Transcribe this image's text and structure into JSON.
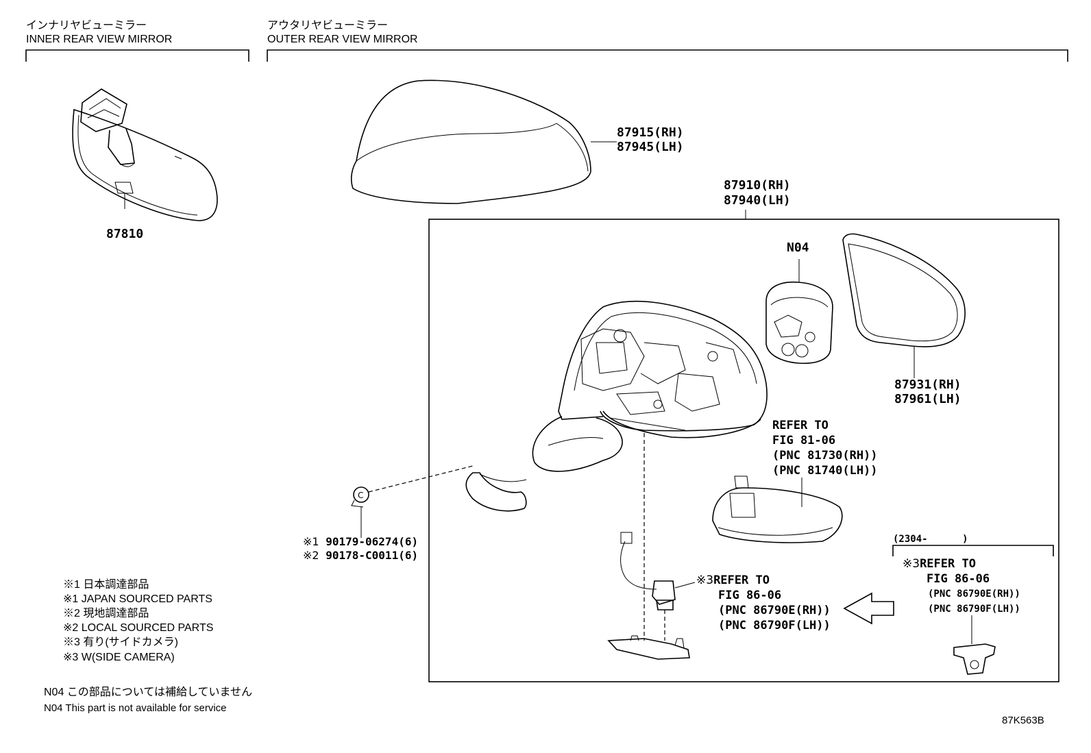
{
  "sections": {
    "inner": {
      "title_jp": "インナリヤビューミラー",
      "title_en": "INNER REAR VIEW MIRROR"
    },
    "outer": {
      "title_jp": "アウタリヤビューミラー",
      "title_en": "OUTER REAR VIEW MIRROR"
    }
  },
  "parts": {
    "p87810": "87810",
    "cover": {
      "rh": "87915(RH)",
      "lh": "87945(LH)"
    },
    "assembly": {
      "rh": "87910(RH)",
      "lh": "87940(LH)"
    },
    "n04": "N04",
    "mirror_glass": {
      "rh": "87931(RH)",
      "lh": "87961(LH)"
    },
    "screw": {
      "mark1": "※1",
      "num1": "90179-06274(6)",
      "mark2": "※2",
      "num2": "90178-C0011(6)"
    }
  },
  "refs": {
    "turn_signal": {
      "line1": "REFER TO",
      "line2": "FIG 81-06",
      "line3": "(PNC 81730(RH))",
      "line4": "(PNC 81740(LH))"
    },
    "camera_main": {
      "mark": "※3",
      "line1": "REFER TO",
      "line2": "FIG 86-06",
      "line3": "(PNC 86790E(RH))",
      "line4": "(PNC 86790F(LH))"
    },
    "camera_inset": {
      "date": "(2304-      )",
      "mark": "※3",
      "line1": "REFER TO",
      "line2": "FIG 86-06",
      "line3": "(PNC 86790E(RH))",
      "line4": "(PNC 86790F(LH))"
    }
  },
  "notes": {
    "n1_jp": "※1 日本調達部品",
    "n1_en": "※1 JAPAN SOURCED PARTS",
    "n2_jp": "※2 現地調達部品",
    "n2_en": "※2 LOCAL SOURCED PARTS",
    "n3_jp": "※3 有り(サイドカメラ)",
    "n3_en": "※3 W(SIDE CAMERA)",
    "n04_jp": "N04 この部品については補給していません",
    "n04_en": "N04 This part is not available for service"
  },
  "figure_code": "87K563B"
}
